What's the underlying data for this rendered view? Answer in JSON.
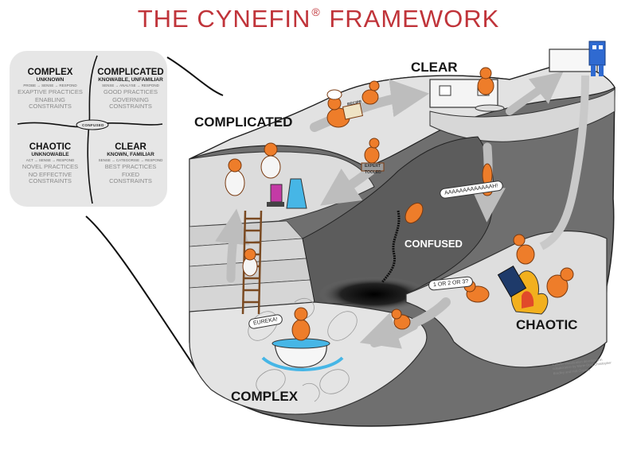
{
  "title": {
    "text": "THE CYNEFIN",
    "reg": "®",
    "text2": "FRAMEWORK"
  },
  "legend": {
    "complex": {
      "name": "COMPLEX",
      "sub": "UNKNOWN",
      "method": "PROBE → SENSE → RESPOND",
      "practice": "EXAPTIVE PRACTICES",
      "constraints1": "ENABLING",
      "constraints2": "CONSTRAINTS"
    },
    "complicated": {
      "name": "COMPLICATED",
      "sub": "KNOWABLE, UNFAMILIAR",
      "method": "SENSE → ANALYSE → RESPOND",
      "practice": "GOOD PRACTICES",
      "constraints1": "GOVERNING",
      "constraints2": "CONSTRAINTS"
    },
    "chaotic": {
      "name": "CHAOTIC",
      "sub": "UNKNOWABLE",
      "method": "ACT → SENSE → RESPOND",
      "practice": "NOVEL PRACTICES",
      "constraints1": "NO EFFECTIVE",
      "constraints2": "CONSTRAINTS"
    },
    "clear": {
      "name": "CLEAR",
      "sub": "KNOWN, FAMILIAR",
      "method": "SENSE → CATEGORISE → RESPOND",
      "practice": "BEST PRACTICES",
      "constraints1": "FIXED",
      "constraints2": "CONSTRAINTS"
    },
    "center": "CONFUSED"
  },
  "scene": {
    "clear": "CLEAR",
    "complicated": "COMPLICATED",
    "confused": "CONFUSED",
    "chaotic": "CHAOTIC",
    "complex": "COMPLEX",
    "bubble_falling": "AAAAAAAAAAAAAH!",
    "bubble_choice": "1 OR 2 OR 3?",
    "bubble_eureka": "EUREKA!",
    "sign_recipe": "RECIPE",
    "sign_expert": "EXPERT",
    "sign_tooled": "TOOLED",
    "credit": "Cynefin visualization developed in collaboration by Marie-Dory Christopher Bradley and Hall Clayton"
  },
  "colors": {
    "title_red": "#c0343a",
    "critter_orange": "#ee7d2a",
    "ground_light": "#dcdcdc",
    "cliff_dark": "#6f6f6f",
    "robot_blue": "#2f6ad1",
    "liquid_blue": "#46b6e6"
  }
}
